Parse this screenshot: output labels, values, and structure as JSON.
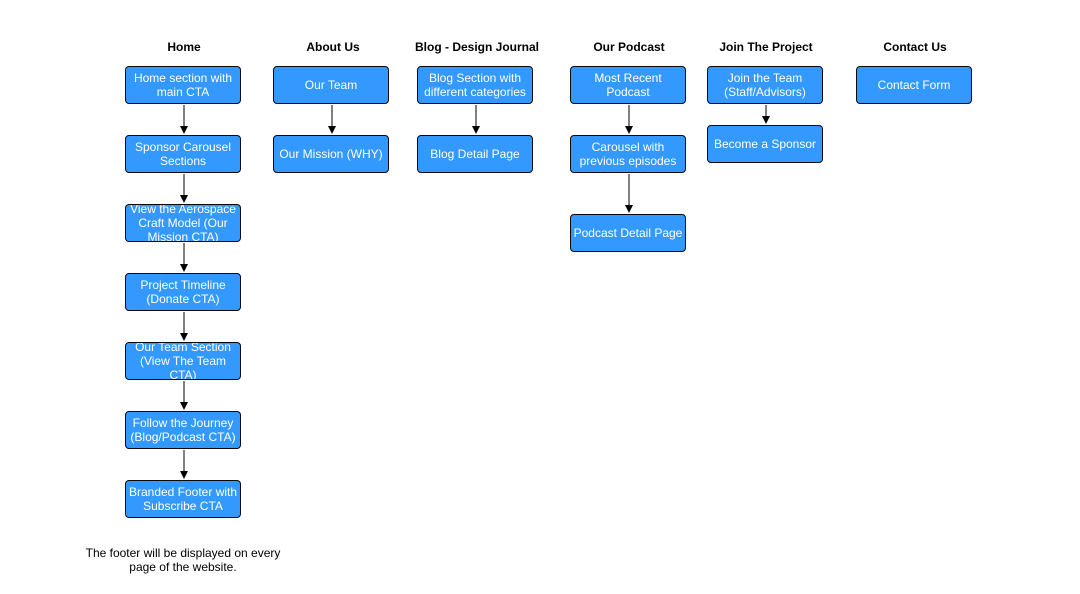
{
  "columns": [
    {
      "title": "Home",
      "nodes": [
        "Home section with main CTA",
        "Sponsor Carousel Sections",
        "View the Aerospace Craft Model (Our Mission CTA)",
        "Project Timeline (Donate CTA)",
        "Our Team Section (View The Team CTA)",
        "Follow the Journey (Blog/Podcast CTA)",
        "Branded Footer with Subscribe CTA"
      ]
    },
    {
      "title": "About Us",
      "nodes": [
        "Our Team",
        "Our Mission (WHY)"
      ]
    },
    {
      "title": "Blog - Design Journal",
      "nodes": [
        "Blog Section with different categories",
        "Blog Detail Page"
      ]
    },
    {
      "title": "Our Podcast",
      "nodes": [
        "Most Recent Podcast",
        "Carousel with previous episodes",
        "Podcast Detail Page"
      ]
    },
    {
      "title": "Join The Project",
      "nodes": [
        "Join the Team (Staff/Advisors)",
        "Become a Sponsor"
      ]
    },
    {
      "title": "Contact Us",
      "nodes": [
        "Contact Form"
      ]
    }
  ],
  "footer_note": "The footer will be displayed on every page of the website.",
  "colors": {
    "node_fill": "#3399ff",
    "node_border": "#0a0a0a",
    "edge": "#000000"
  }
}
